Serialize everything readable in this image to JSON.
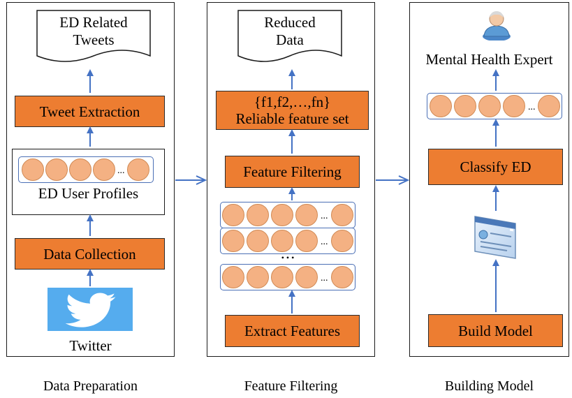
{
  "panels": {
    "preparation": {
      "caption": "Data Preparation",
      "output_doc": [
        "ED Related",
        "Tweets"
      ],
      "tweet_extraction": "Tweet Extraction",
      "profiles_label": "ED User Profiles",
      "data_collection": "Data Collection",
      "source_label": "Twitter"
    },
    "filtering": {
      "caption": "Feature Filtering",
      "output_doc": [
        "Reduced",
        "Data"
      ],
      "feature_set_line1": "{f1,f2,…,fn}",
      "feature_set_line2": "Reliable feature set",
      "feature_filtering": "Feature Filtering",
      "ellipsis": "• • •",
      "extract_features": "Extract Features"
    },
    "model": {
      "caption": "Building Model",
      "expert_label": "Mental Health Expert",
      "classify": "Classify ED",
      "build_model": "Build Model"
    }
  },
  "row_ellipsis": "...",
  "colors": {
    "orange_box": "#ed7d31",
    "circle": "#f4b183",
    "arrow": "#4472c4",
    "twitter": "#55acee"
  },
  "icons": [
    "document-icon",
    "twitter-bird-icon",
    "person-icon",
    "browser-window-icon",
    "arrow-up-icon",
    "arrow-right-icon"
  ]
}
